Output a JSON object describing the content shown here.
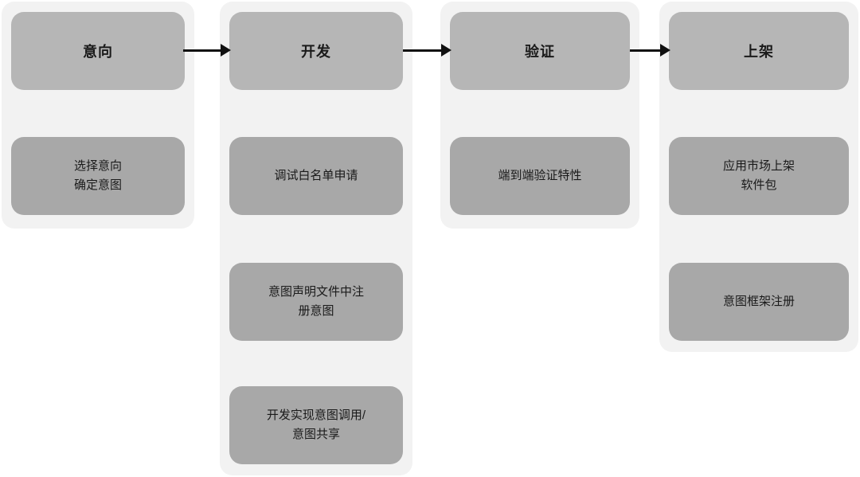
{
  "diagram": {
    "title": "intent-development-process-flow",
    "colors": {
      "column_bg": "#f2f2f2",
      "header_bg": "#b6b6b6",
      "step_bg": "#a8a8a8",
      "text": "#1a1a1a",
      "arrow": "#111111"
    },
    "columns": [
      {
        "title": "意向",
        "steps": [
          "选择意向\n确定意图"
        ]
      },
      {
        "title": "开发",
        "steps": [
          "调试白名单申请",
          "意图声明文件中注\n册意图",
          "开发实现意图调用/\n意图共享"
        ]
      },
      {
        "title": "验证",
        "steps": [
          "端到端验证特性"
        ]
      },
      {
        "title": "上架",
        "steps": [
          "应用市场上架\n软件包",
          "意图框架注册"
        ]
      }
    ]
  }
}
